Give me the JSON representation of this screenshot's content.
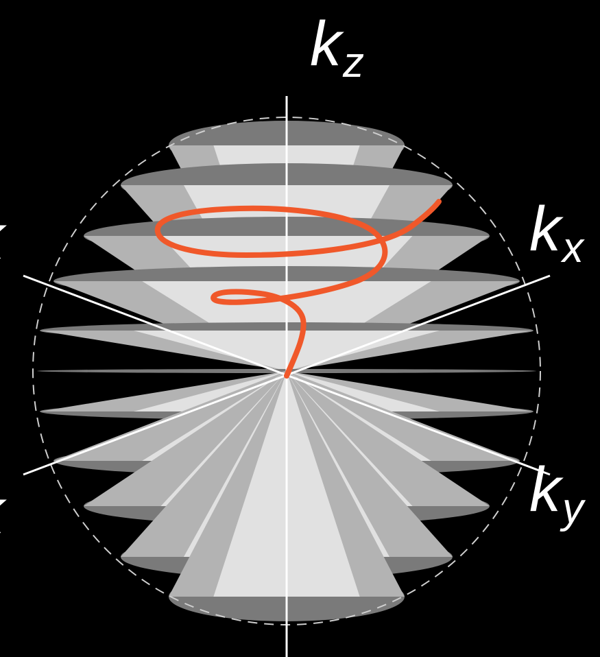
{
  "axes": {
    "kz": {
      "main": "k",
      "sub": "z"
    },
    "kx": {
      "main": "k",
      "sub": "x"
    },
    "ky": {
      "main": "k",
      "sub": "y"
    }
  },
  "colors": {
    "background": "#000000",
    "cone_light": "#e9e9e9",
    "cone_mid": "#b3b3b3",
    "cone_dark": "#7a7a7a",
    "axis": "#ffffff",
    "sphere_outline": "#cfcfcf",
    "trajectory": "#f0582a"
  },
  "icons": {
    "trajectory": "spiral-trajectory-icon"
  }
}
